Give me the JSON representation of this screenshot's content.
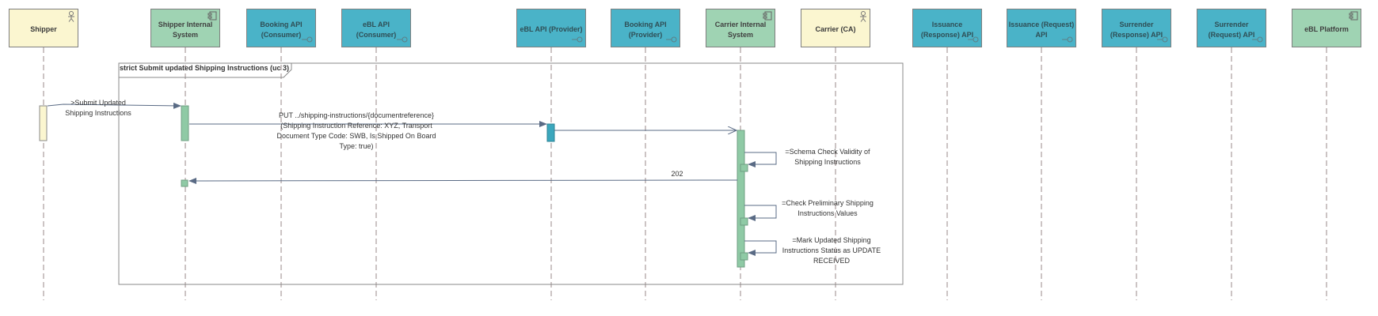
{
  "lifelines": [
    {
      "id": "shipper",
      "label": "Shipper",
      "kind": "actor",
      "icon": "actor-icon"
    },
    {
      "id": "shipper-internal",
      "label": "Shipper Internal System",
      "kind": "system",
      "icon": "component-icon"
    },
    {
      "id": "booking-consumer",
      "label": "Booking API (Consumer)",
      "kind": "api",
      "icon": "interface-icon"
    },
    {
      "id": "ebl-consumer",
      "label": "eBL API (Consumer)",
      "kind": "api",
      "icon": "interface-icon"
    },
    {
      "id": "ebl-provider",
      "label": "eBL API (Provider)",
      "kind": "api",
      "icon": "interface-icon"
    },
    {
      "id": "booking-provider",
      "label": "Booking API (Provider)",
      "kind": "api",
      "icon": "interface-icon"
    },
    {
      "id": "carrier-internal",
      "label": "Carrier Internal System",
      "kind": "system",
      "icon": "component-icon"
    },
    {
      "id": "carrier",
      "label": "Carrier (CA)",
      "kind": "actor",
      "icon": "actor-icon"
    },
    {
      "id": "issuance-response",
      "label": "Issuance (Response) API",
      "kind": "api",
      "icon": "interface-icon"
    },
    {
      "id": "issuance-request",
      "label": "Issuance (Request) API",
      "kind": "api",
      "icon": "interface-icon"
    },
    {
      "id": "surrender-response",
      "label": "Surrender (Response) API",
      "kind": "api",
      "icon": "interface-icon"
    },
    {
      "id": "surrender-request",
      "label": "Surrender (Request) API",
      "kind": "api",
      "icon": "interface-icon"
    },
    {
      "id": "ebl-platform",
      "label": "eBL Platform",
      "kind": "system",
      "icon": "component-icon"
    }
  ],
  "frame": {
    "title": "strict Submit updated Shipping Instructions (uc 3)"
  },
  "messages": {
    "submit": ">Submit Updated Shipping Instructions",
    "put": "PUT ../shipping-instructions/{documentreference} (Shipping Instruction Reference: XYZ, Transport Document Type Code: SWB, Is Shipped On Board Type: true)",
    "response": "202",
    "schema_check": "=Schema Check Validity of Shipping Instructions",
    "preliminary_check": "=Check Preliminary Shipping Instructions Values",
    "mark_status": "=Mark Updated Shipping Instructions Status as UPDATE RECEIVED"
  },
  "colors": {
    "actor": "#fbf6d0",
    "system": "#9fd3b3",
    "api": "#4ab3c8",
    "activation_actor": "#fbf6d0",
    "activation_system": "#8fcaa5",
    "activation_api": "#3ba7bd"
  }
}
